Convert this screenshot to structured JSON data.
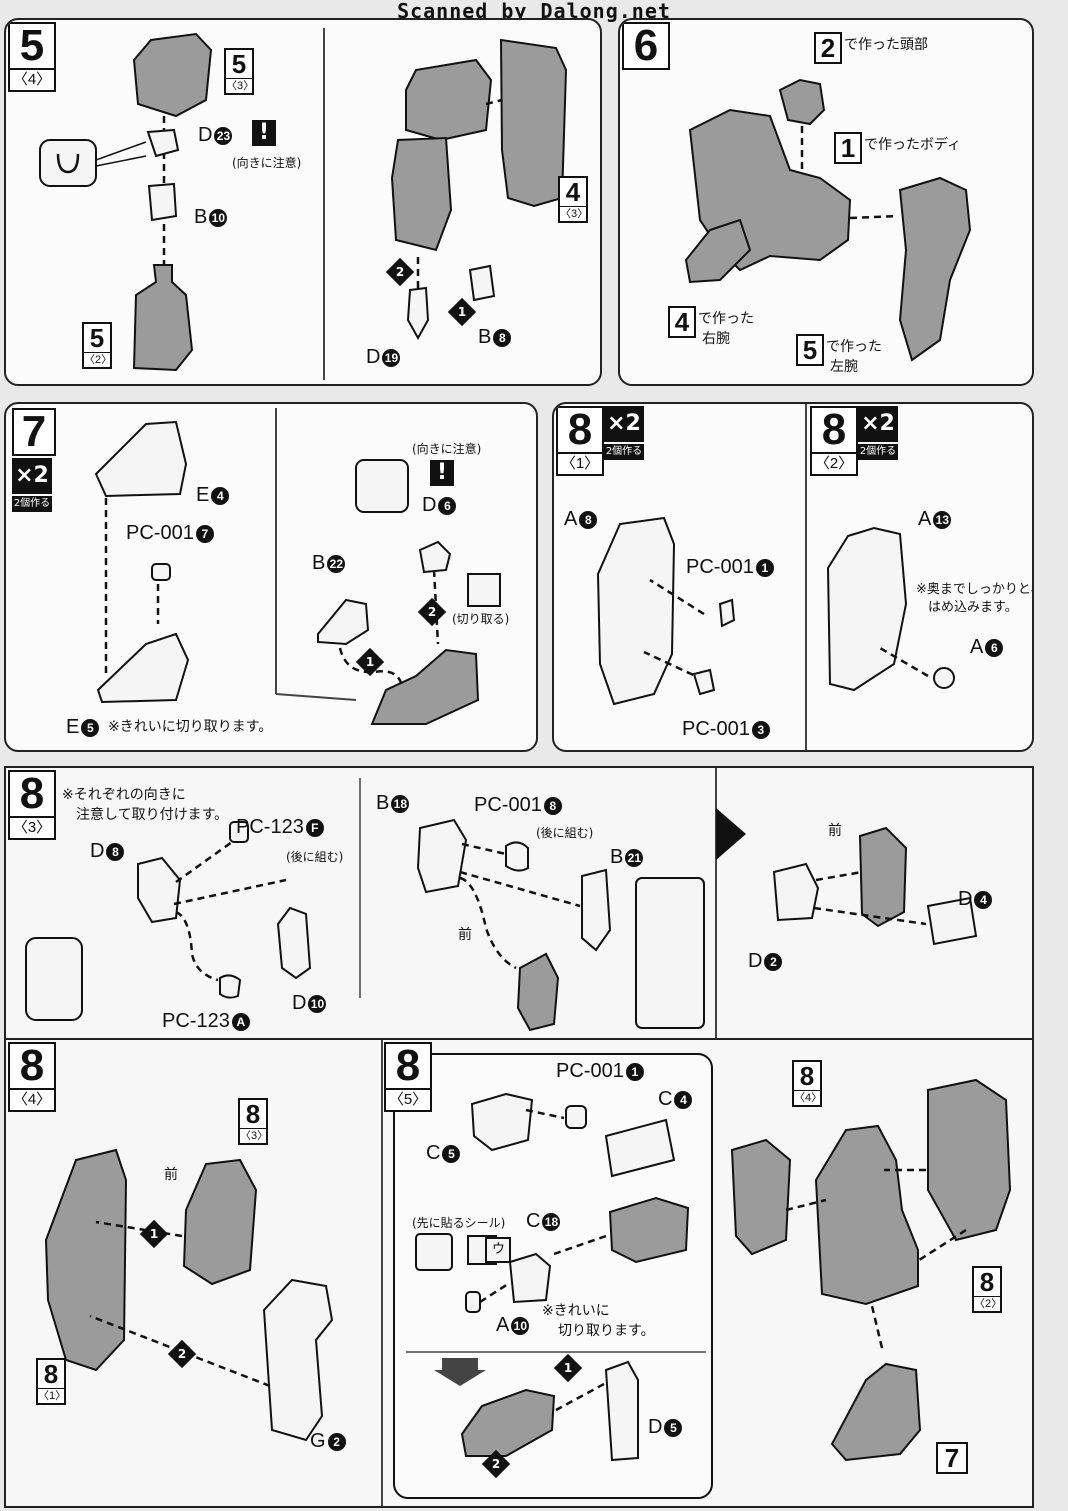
{
  "header": {
    "scan_credit": "Scanned by Dalong.net"
  },
  "step5": {
    "number": "5",
    "sub": "〈4〉",
    "ref_top": {
      "n": "5",
      "s": "〈3〉"
    },
    "ref_bottom": {
      "n": "5",
      "s": "〈2〉"
    },
    "ref_right": {
      "n": "4",
      "s": "〈3〉"
    },
    "part_d23": "D",
    "part_d23_num": "23",
    "part_b10": "B",
    "part_b10_num": "10",
    "caution": "(向きに注意)",
    "part_b8": "B",
    "part_b8_num": "8",
    "part_d19": "D",
    "part_d19_num": "19",
    "seq1": "1",
    "seq2": "2"
  },
  "step6": {
    "number": "6",
    "ref2": "2",
    "ref2_text": "で作った頭部",
    "ref1": "1",
    "ref1_text": "で作ったボディ",
    "ref4": "4",
    "ref4_text1": "で作った",
    "ref4_text2": "右腕",
    "ref5": "5",
    "ref5_text1": "で作った",
    "ref5_text2": "左腕"
  },
  "step7": {
    "number": "7",
    "x2": "×2",
    "x2_sub": "2個作る",
    "part_e4": "E",
    "part_e4_num": "4",
    "part_pc001_7": "PC-001",
    "part_pc001_7_num": "7",
    "part_e5": "E",
    "part_e5_num": "5",
    "note": "※きれいに切り取ります。",
    "part_b22": "B",
    "part_b22_num": "22",
    "part_d6": "D",
    "part_d6_num": "6",
    "caution": "(向きに注意)",
    "cut": "(切り取る)",
    "seq1": "1",
    "seq2": "2"
  },
  "step8_1": {
    "number": "8",
    "sub": "〈1〉",
    "x2": "×2",
    "x2_sub": "2個作る",
    "part_a8": "A",
    "part_a8_num": "8",
    "part_pc001_1": "PC-001",
    "part_pc001_1_num": "1",
    "part_pc001_3": "PC-001",
    "part_pc001_3_num": "3"
  },
  "step8_2": {
    "number": "8",
    "sub": "〈2〉",
    "x2": "×2",
    "x2_sub": "2個作る",
    "part_a13": "A",
    "part_a13_num": "13",
    "note1": "※奥までしっかりと、",
    "note2": "はめ込みます。",
    "part_a6": "A",
    "part_a6_num": "6"
  },
  "step8_3": {
    "number": "8",
    "sub": "〈3〉",
    "note1": "※それぞれの向きに",
    "note2": "注意して取り付けます。",
    "part_d8": "D",
    "part_d8_num": "8",
    "part_pc123f": "PC-123",
    "part_pc123f_num": "F",
    "later": "(後に組む)",
    "part_pc123a": "PC-123",
    "part_pc123a_num": "A",
    "part_d10": "D",
    "part_d10_num": "10",
    "part_b18": "B",
    "part_b18_num": "18",
    "part_pc001_8": "PC-001",
    "part_pc001_8_num": "8",
    "later2": "(後に組む)",
    "part_b21": "B",
    "part_b21_num": "21",
    "front": "前",
    "front2": "前",
    "part_d4": "D",
    "part_d4_num": "4",
    "part_d2": "D",
    "part_d2_num": "2"
  },
  "step8_4": {
    "number": "8",
    "sub": "〈4〉",
    "ref_top": {
      "n": "8",
      "s": "〈3〉"
    },
    "ref_bottom": {
      "n": "8",
      "s": "〈1〉"
    },
    "front": "前",
    "part_g2": "G",
    "part_g2_num": "2",
    "seq1": "1",
    "seq2": "2"
  },
  "step8_5": {
    "number": "8",
    "sub": "〈5〉",
    "part_pc001_1": "PC-001",
    "part_pc001_1_num": "1",
    "part_c4": "C",
    "part_c4_num": "4",
    "part_c5": "C",
    "part_c5_num": "5",
    "seal_first": "(先に貼るシール)",
    "seal_mark": "ウ",
    "part_c18": "C",
    "part_c18_num": "18",
    "part_a10": "A",
    "part_a10_num": "10",
    "note1": "※きれいに",
    "note2": "切り取ります。",
    "part_d5": "D",
    "part_d5_num": "5",
    "seq1": "1",
    "seq2": "2",
    "ref_top": {
      "n": "8",
      "s": "〈4〉"
    },
    "ref_right": {
      "n": "8",
      "s": "〈2〉"
    },
    "ref_bottom": "7"
  }
}
